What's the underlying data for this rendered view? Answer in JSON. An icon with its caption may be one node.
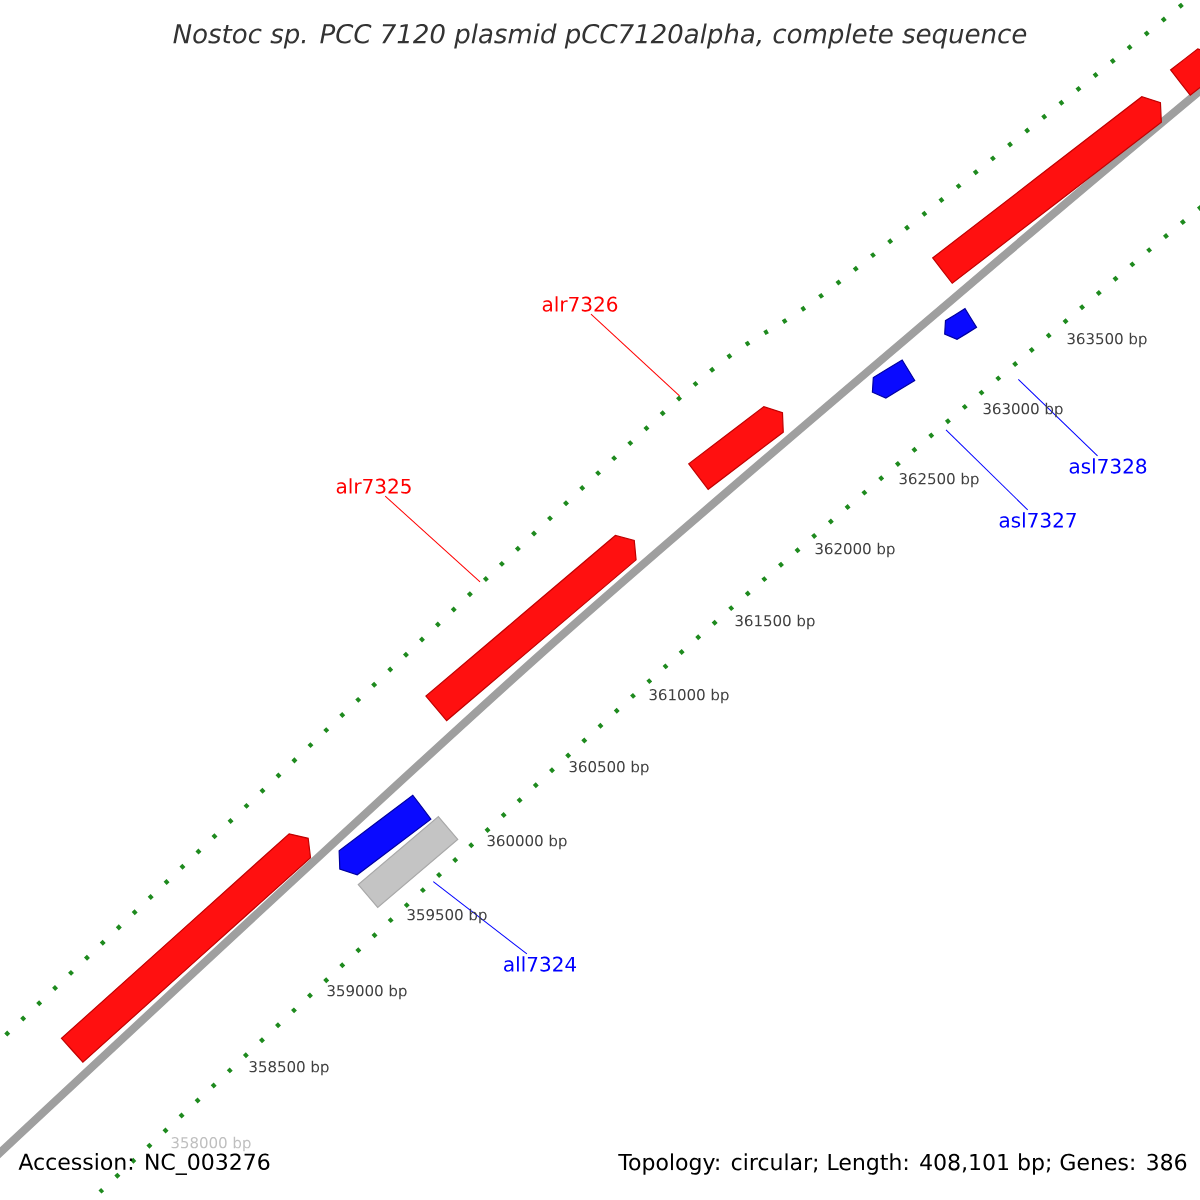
{
  "diagram": {
    "title": "Nostoc sp. PCC 7120 plasmid pCC7120alpha, complete sequence",
    "nodes": [
      {
        "text": [
          "alr7326"
        ]
      },
      {
        "text": [
          "asl7328"
        ]
      },
      {
        "text": [
          "alr7325"
        ]
      },
      {
        "text": [
          "asl7327"
        ]
      },
      {
        "text": [
          "all7324"
        ]
      },
      {
        "text": [],
        "shape": "arrow"
      },
      {
        "text": [],
        "shape": "arrow"
      },
      {
        "text": [],
        "shape": "bar"
      },
      {
        "text": [],
        "shape": "arrow"
      },
      {
        "text": [],
        "shape": "arrow"
      },
      {
        "text": [],
        "shape": "arrow"
      },
      {
        "text": [],
        "shape": "arrow"
      },
      {
        "text": [],
        "shape": "arrow"
      },
      {
        "text": [],
        "shape": "arrow"
      }
    ],
    "edges": [
      {
        "from": 0,
        "to": 9,
        "arrow": "none",
        "color": "#ff0000"
      },
      {
        "from": 1,
        "to": 12,
        "arrow": "none"
      },
      {
        "from": 2,
        "to": 8,
        "arrow": "none",
        "color": "#ff0000"
      },
      {
        "from": 3,
        "to": 10,
        "arrow": "none"
      },
      {
        "from": 4,
        "to": 7,
        "arrow": "none"
      }
    ],
    "labels": [
      "363500 bp",
      "363000 bp",
      "362500 bp",
      "362000 bp",
      "361500 bp",
      "361000 bp",
      "360500 bp",
      "360000 bp",
      "359500 bp",
      "359000 bp",
      "358500 bp",
      "358000 bp",
      "Accession: NC_003276",
      "Topology: circular; Length: 408,101 bp; Genes: 386"
    ]
  }
}
